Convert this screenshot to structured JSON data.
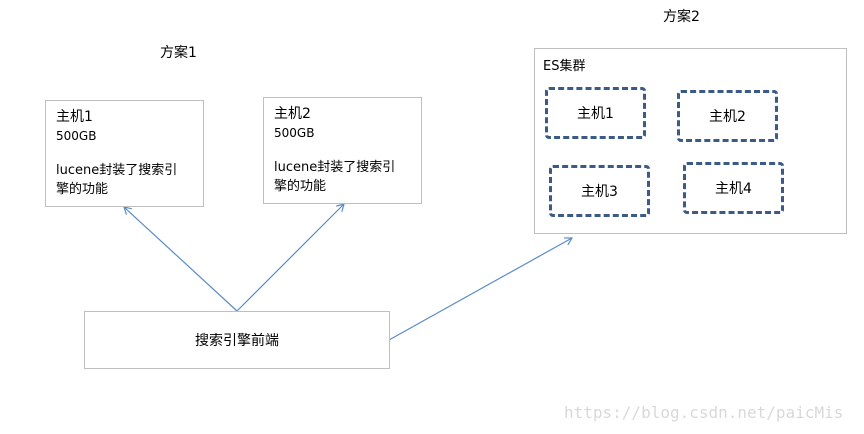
{
  "plan1": {
    "title": "方案1",
    "hosts": [
      {
        "name": "主机1",
        "size": "500GB",
        "description": "lucene封装了搜索引擎的功能"
      },
      {
        "name": "主机2",
        "size": "500GB",
        "description": "lucene封装了搜索引擎的功能"
      }
    ]
  },
  "plan2": {
    "title": "方案2",
    "cluster": {
      "title": "ES集群",
      "nodes": [
        {
          "name": "主机1"
        },
        {
          "name": "主机2"
        },
        {
          "name": "主机3"
        },
        {
          "name": "主机4"
        }
      ]
    }
  },
  "frontend": {
    "label": "搜索引擎前端"
  },
  "watermark": "https://blog.csdn.net/paicMis",
  "colors": {
    "box_border": "#bfbfbf",
    "dashed_border": "#3b5a86",
    "arrow": "#5b8cc8",
    "watermark": "#d9d9d9"
  }
}
